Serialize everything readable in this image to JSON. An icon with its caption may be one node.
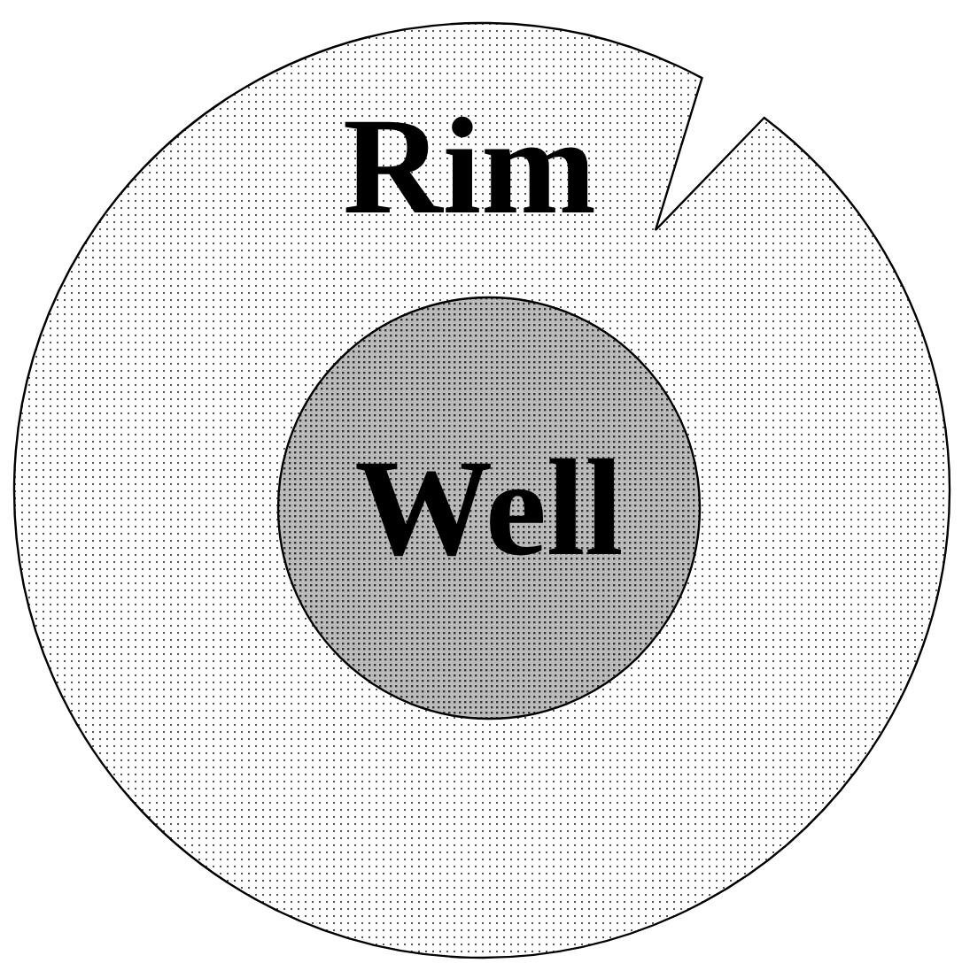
{
  "diagram": {
    "nodes": [
      {
        "text": [
          "Rim"
        ]
      },
      {
        "text": [
          "Well"
        ],
        "in": 0
      }
    ]
  }
}
